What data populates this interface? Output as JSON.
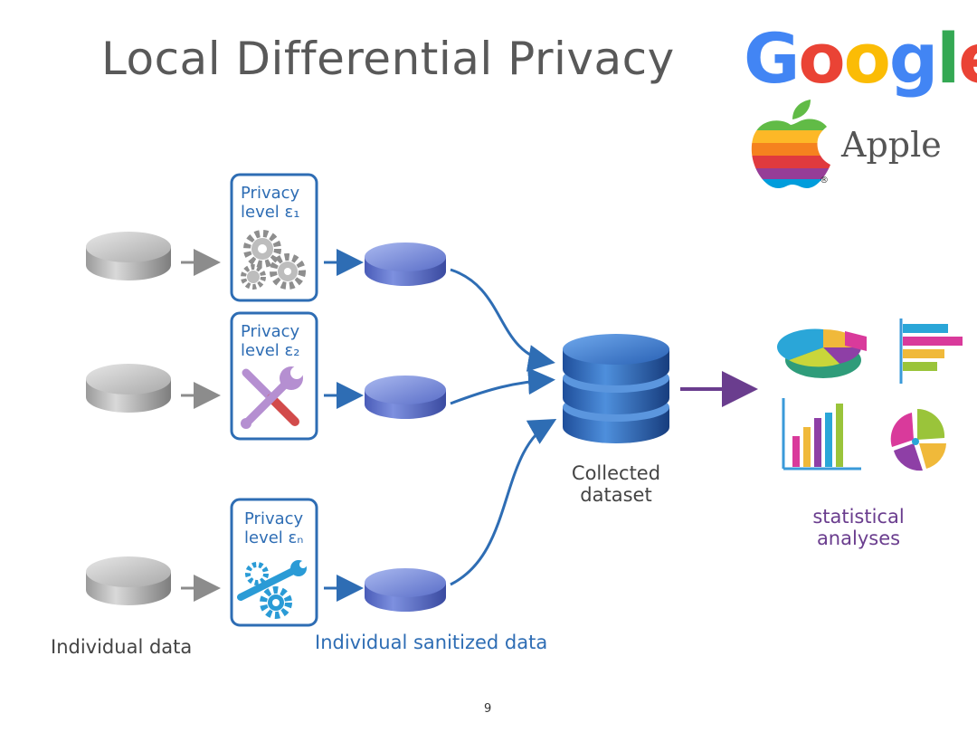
{
  "slide": {
    "title": "Local Differential Privacy",
    "page_number": "9"
  },
  "logos": {
    "google_text": "Google",
    "apple_text": "Apple",
    "registered_mark": "®"
  },
  "privacy_boxes": [
    {
      "line1": "Privacy",
      "line2": "level ε₁",
      "icon": "gears-icon"
    },
    {
      "line1": "Privacy",
      "line2": "level ε₂",
      "icon": "wrench-screwdriver-icon"
    },
    {
      "line1": "Privacy",
      "line2": "level εₙ",
      "icon": "wrench-gear-icon"
    }
  ],
  "labels": {
    "individual_data": "Individual data",
    "sanitized_data": "Individual sanitized data",
    "collected_line1": "Collected",
    "collected_line2": "dataset",
    "analyses_line1": "statistical",
    "analyses_line2": "analyses"
  },
  "colors": {
    "title": "#595959",
    "box_border": "#2e6db4",
    "blue_text": "#2e6db4",
    "purple_text": "#6a3d8e",
    "arrow_blue": "#2e6db4",
    "arrow_gray": "#8c8c8c",
    "arrow_purple": "#6a3d8e"
  }
}
